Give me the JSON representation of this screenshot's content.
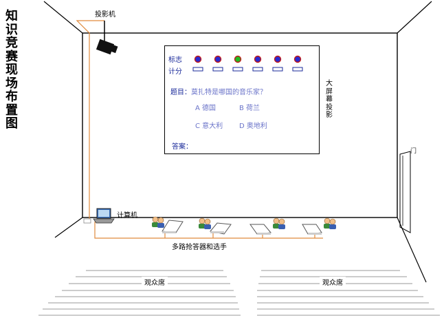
{
  "title_chars": [
    "知",
    "识",
    "竞",
    "赛",
    "现",
    "场",
    "布",
    "置",
    "图"
  ],
  "projector_label": "投影机",
  "computer_label": "计算机",
  "buzzer_label": "多路抢答器和选手",
  "audience_label_left": "观众席",
  "audience_label_right": "观众席",
  "big_screen_chars": [
    "大",
    "屏",
    "幕",
    "投",
    "影"
  ],
  "door_char": "门",
  "screen": {
    "flag_label": "标志",
    "score_label": "计分",
    "indicators": [
      {
        "color": "#2a2ad0"
      },
      {
        "color": "#2a2ad0"
      },
      {
        "color": "#22bb22"
      },
      {
        "color": "#2a2ad0"
      },
      {
        "color": "#2a2ad0"
      },
      {
        "color": "#2a2ad0"
      }
    ],
    "question_prefix": "题目：",
    "question_text": "莫扎特是哪国的音乐家？",
    "options": [
      "A 德国",
      "B 荷兰",
      "C 意大利",
      "D 奥地利"
    ],
    "answer_label": "答案："
  },
  "colors": {
    "wire": "#e08a3c",
    "accent_text": "#1a2a9a",
    "option_text": "#6b74c9",
    "indicator_rim": "#c21a1a"
  }
}
